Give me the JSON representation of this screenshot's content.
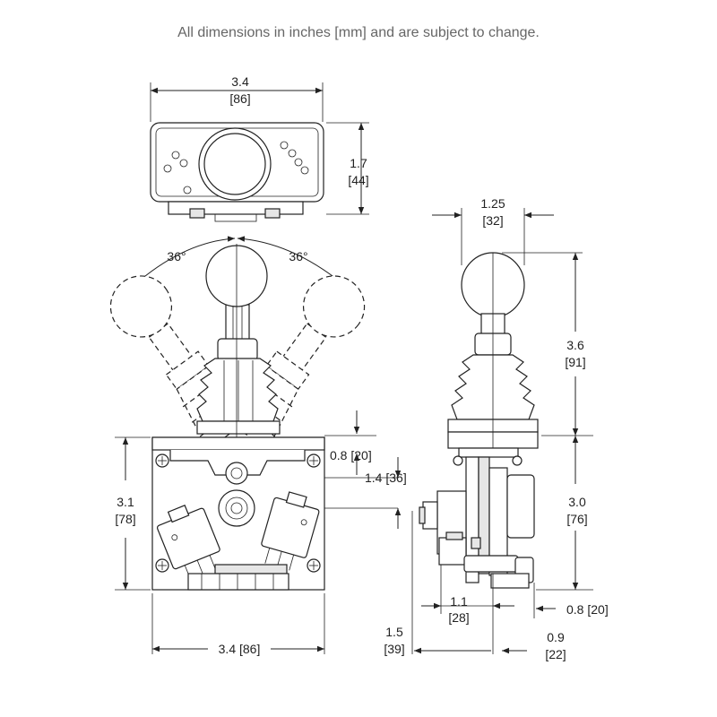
{
  "caption": "All dimensions in inches [mm] and are subject to change.",
  "top_view": {
    "width_in": "3.4",
    "width_mm": "[86]",
    "depth_in": "1.7",
    "depth_mm": "[44]"
  },
  "front_view": {
    "angle_left": "36°",
    "angle_right": "36°",
    "height_in": "3.1",
    "height_mm": "[78]",
    "width_label": "3.4 [86]",
    "offset_a": "0.8 [20]",
    "offset_b": "1.4 [36]"
  },
  "side_view": {
    "grip_in": "1.25",
    "grip_mm": "[32]",
    "above_in": "3.6",
    "above_mm": "[91]",
    "below_in": "3.0",
    "below_mm": "[76]",
    "depth_a_in": "1.1",
    "depth_a_mm": "[28]",
    "depth_b_label": "0.8 [20]",
    "depth_c_in": "1.5",
    "depth_c_mm": "[39]",
    "depth_d_in": "0.9",
    "depth_d_mm": "[22]"
  }
}
